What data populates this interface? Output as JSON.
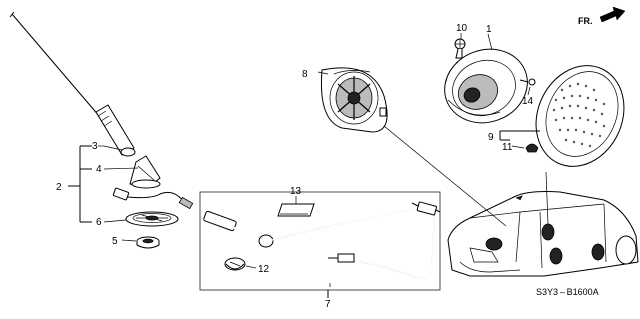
{
  "diagram": {
    "direction_label": "FR.",
    "diagram_code": "S3Y3 – B1600A",
    "callouts": {
      "c1": "1",
      "c2": "2",
      "c3": "3",
      "c4": "4",
      "c5": "5",
      "c6": "6",
      "c7": "7",
      "c8": "8",
      "c9": "9",
      "c10": "10",
      "c11": "11",
      "c12": "12",
      "c13": "13",
      "c14": "14"
    }
  }
}
